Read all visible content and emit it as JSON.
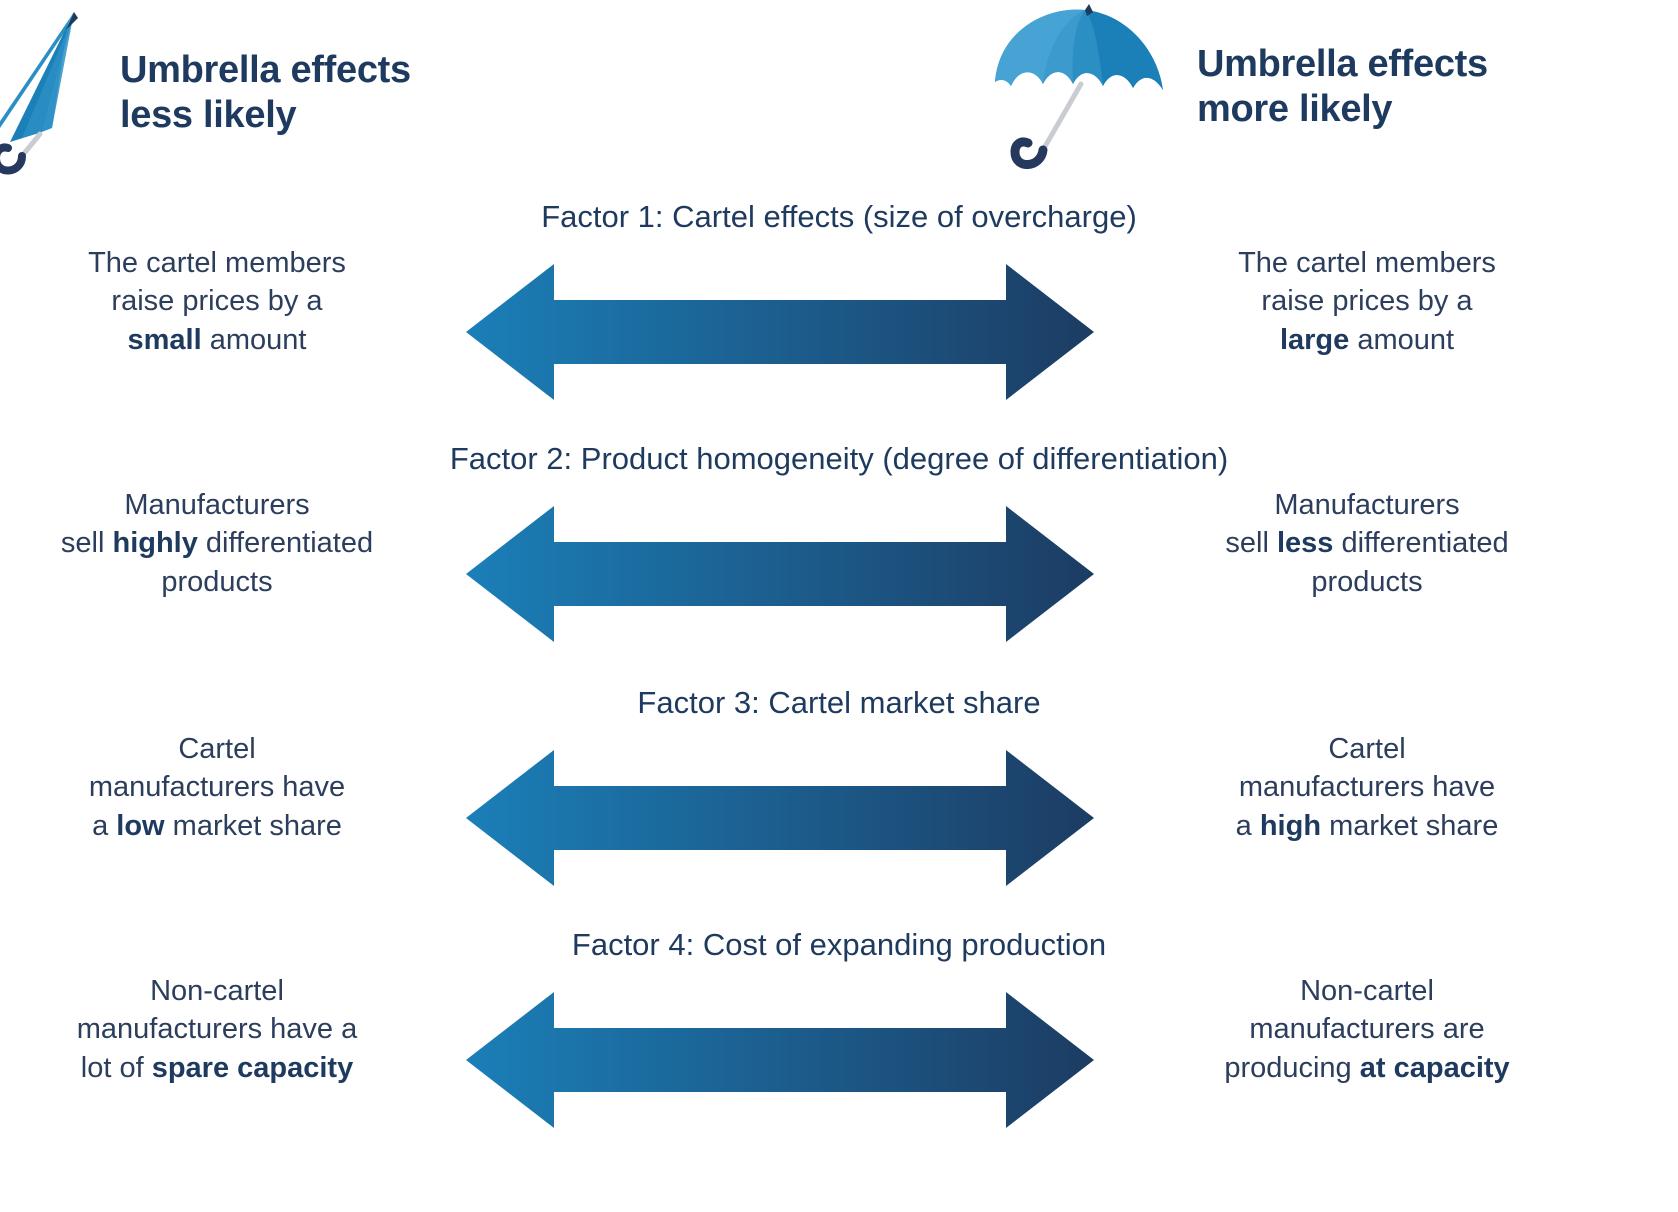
{
  "header": {
    "left": {
      "icon": "closed-umbrella-icon",
      "title": "Umbrella effects\nless likely"
    },
    "right": {
      "icon": "open-umbrella-icon",
      "title": "Umbrella effects\nmore likely"
    }
  },
  "colors": {
    "navy": "#1e3a5f",
    "body_text": "#2c3e5c",
    "arrow_light_blue": "#1b7fb8",
    "arrow_dark_navy": "#1c3c63",
    "umbrella_light": "#47a3d3",
    "umbrella_mid": "#2b8fc4",
    "umbrella_dark": "#1b7fb8",
    "background": "#ffffff"
  },
  "factors": [
    {
      "heading": "Factor 1: Cartel effects (size of overcharge)",
      "left": {
        "pre": "The cartel members\nraise prices by a\n",
        "bold": "small",
        "post": " amount"
      },
      "right": {
        "pre": "The cartel members\nraise prices by a\n",
        "bold": "large",
        "post": " amount"
      }
    },
    {
      "heading": "Factor 2: Product homogeneity (degree of differentiation)",
      "left": {
        "pre": "Manufacturers\nsell ",
        "bold": "highly",
        "post": " differentiated\nproducts"
      },
      "right": {
        "pre": "Manufacturers\nsell ",
        "bold": "less",
        "post": " differentiated\nproducts"
      }
    },
    {
      "heading": "Factor 3: Cartel market share",
      "left": {
        "pre": "Cartel\nmanufacturers have\na ",
        "bold": "low",
        "post": " market share"
      },
      "right": {
        "pre": "Cartel\nmanufacturers have\na ",
        "bold": "high",
        "post": " market share"
      }
    },
    {
      "heading": "Factor 4: Cost of expanding production",
      "left": {
        "pre": "Non-cartel\nmanufacturers have a\nlot of ",
        "bold": "spare capacity",
        "post": ""
      },
      "right": {
        "pre": "Non-cartel\nmanufacturers are\nproducing ",
        "bold": "at capacity",
        "post": ""
      }
    }
  ],
  "arrow": {
    "name": "double-headed-gradient-arrow",
    "direction": "bidirectional",
    "gradient_from": "#1b7fb8",
    "gradient_to": "#1c3c63"
  }
}
